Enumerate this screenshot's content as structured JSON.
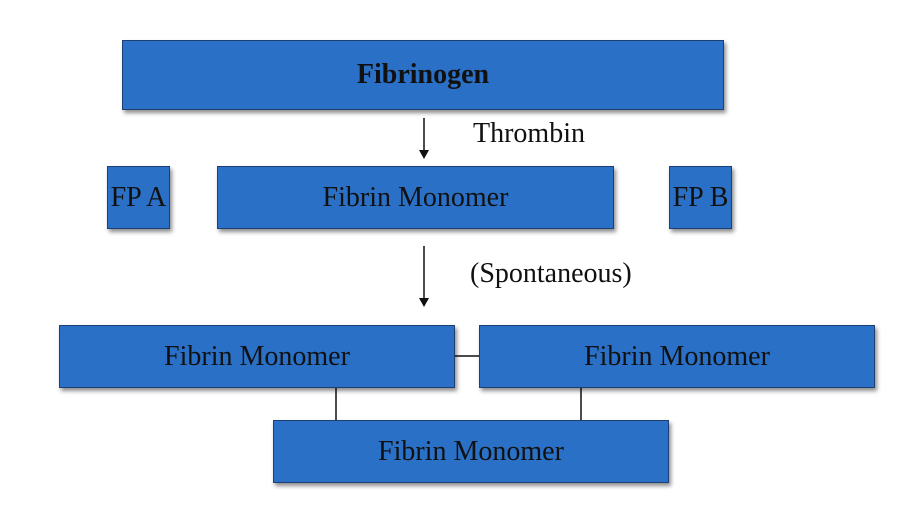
{
  "nodes": {
    "fibrinogen": "Fibrinogen",
    "fp_a": "FP A",
    "fibrin_monomer": "Fibrin Monomer",
    "fp_b": "FP B",
    "polymer_left": "Fibrin Monomer",
    "polymer_right": "Fibrin Monomer",
    "polymer_bottom": "Fibrin Monomer"
  },
  "edge_labels": {
    "thrombin": "Thrombin",
    "spontaneous": "(Spontaneous)"
  },
  "colors": {
    "box_fill": "#2a70c6",
    "box_border": "#1d3f73",
    "text": "#111111",
    "lines": "#111111"
  }
}
